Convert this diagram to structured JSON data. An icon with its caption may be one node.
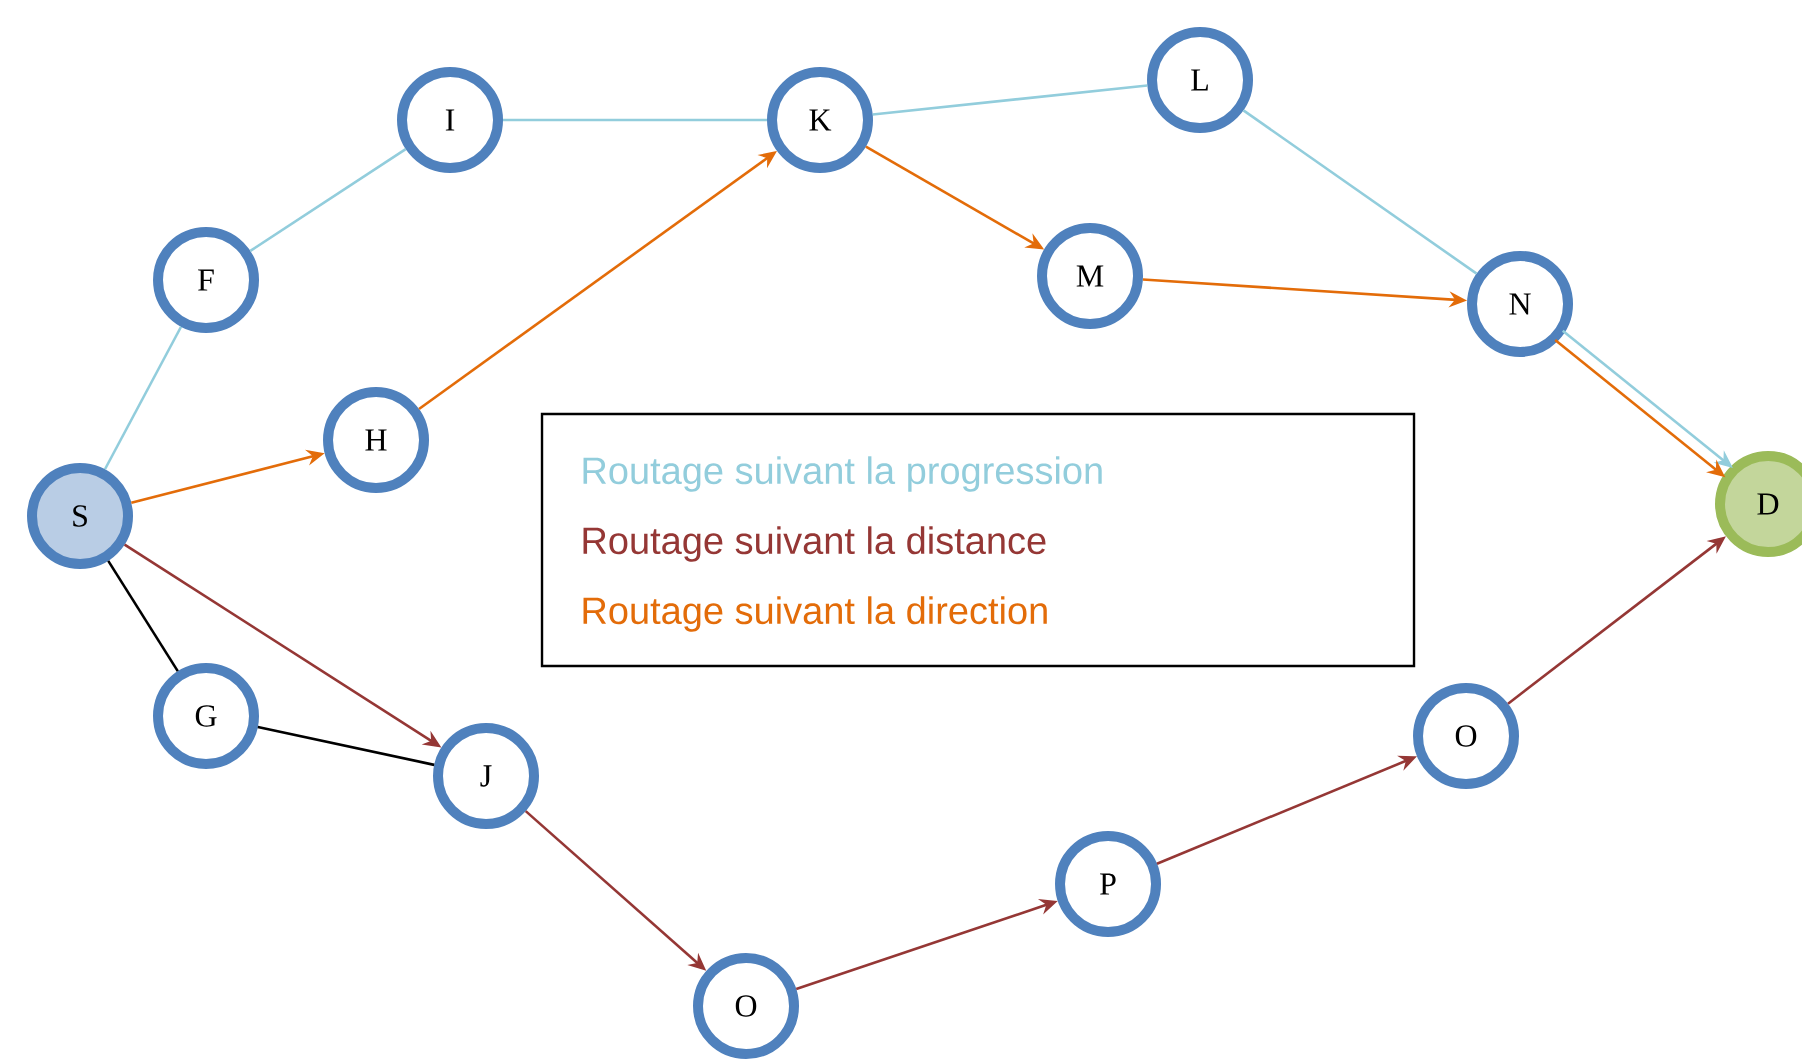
{
  "diagram": {
    "nodes": [
      {
        "text": [
          "S"
        ]
      },
      {
        "text": [
          "F"
        ]
      },
      {
        "text": [
          "I"
        ]
      },
      {
        "text": [
          "K"
        ]
      },
      {
        "text": [
          "L"
        ]
      },
      {
        "text": [
          "H"
        ]
      },
      {
        "text": [
          "M"
        ]
      },
      {
        "text": [
          "N"
        ]
      },
      {
        "text": [
          "D"
        ]
      },
      {
        "text": [
          "G"
        ]
      },
      {
        "text": [
          "J"
        ]
      },
      {
        "text": [
          "O"
        ]
      },
      {
        "text": [
          "P"
        ]
      },
      {
        "text": [
          "O"
        ]
      }
    ],
    "edges": [
      {
        "from": 0,
        "to": 1,
        "arrow": "none",
        "color": "#92cddc"
      },
      {
        "from": 1,
        "to": 2,
        "arrow": "none",
        "color": "#92cddc"
      },
      {
        "from": 2,
        "to": 3,
        "arrow": "none",
        "color": "#92cddc"
      },
      {
        "from": 3,
        "to": 4,
        "arrow": "none",
        "color": "#92cddc"
      },
      {
        "from": 4,
        "to": 7,
        "arrow": "none",
        "color": "#92cddc"
      },
      {
        "from": 7,
        "to": 8,
        "arrow": "to",
        "color": "#92cddc"
      },
      {
        "from": 0,
        "to": 5,
        "arrow": "to",
        "color": "#e36c09"
      },
      {
        "from": 5,
        "to": 3,
        "arrow": "to",
        "color": "#e36c09"
      },
      {
        "from": 3,
        "to": 6,
        "arrow": "to",
        "color": "#e36c09"
      },
      {
        "from": 6,
        "to": 7,
        "arrow": "to",
        "color": "#e36c09"
      },
      {
        "from": 7,
        "to": 8,
        "arrow": "to",
        "color": "#e36c09"
      },
      {
        "from": 0,
        "to": 10,
        "arrow": "to",
        "color": "#953735"
      },
      {
        "from": 10,
        "to": 11,
        "arrow": "to",
        "color": "#953735"
      },
      {
        "from": 11,
        "to": 12,
        "arrow": "to",
        "color": "#953735"
      },
      {
        "from": 12,
        "to": 13,
        "arrow": "to",
        "color": "#953735"
      },
      {
        "from": 13,
        "to": 8,
        "arrow": "to",
        "color": "#953735"
      },
      {
        "from": 0,
        "to": 9,
        "arrow": "none",
        "color": "#000000"
      },
      {
        "from": 9,
        "to": 10,
        "arrow": "none",
        "color": "#000000"
      }
    ],
    "legend": [
      {
        "text": "Routage suivant la progression",
        "color": "#92cddc"
      },
      {
        "text": "Routage suivant la distance",
        "color": "#953735"
      },
      {
        "text": "Routage suivant la direction",
        "color": "#e36c09"
      }
    ]
  }
}
